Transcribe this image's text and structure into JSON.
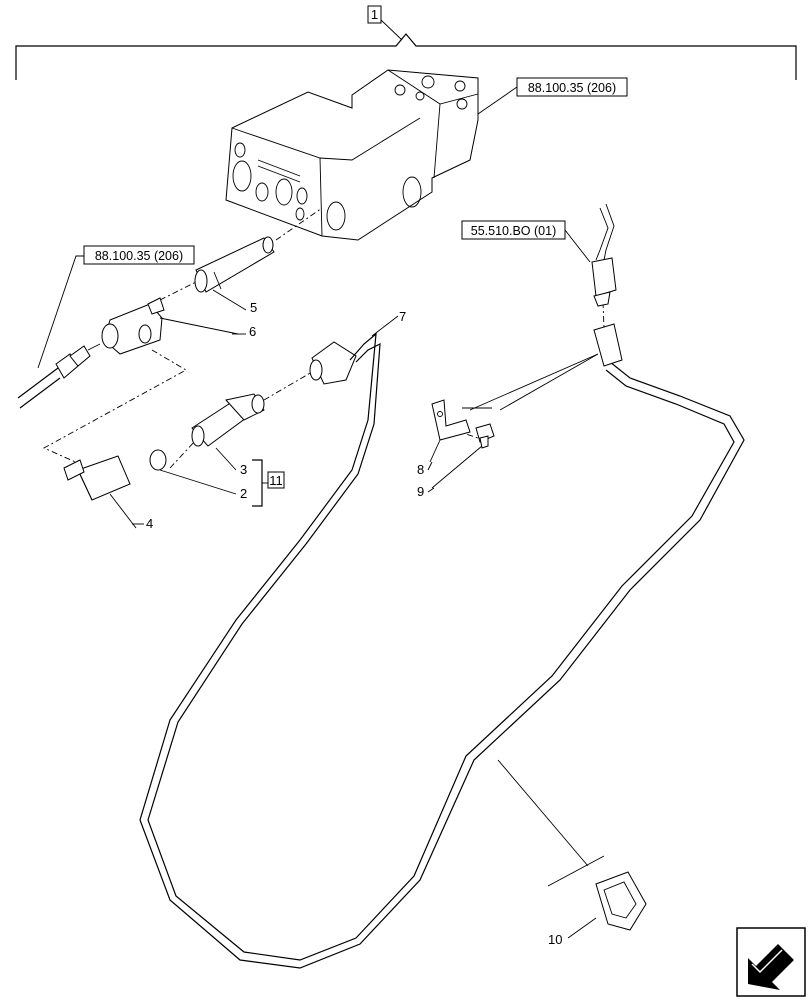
{
  "assembly_number": "1",
  "kit_number": "11",
  "references": {
    "valve_top": "88.100.35 (206)",
    "valve_left": "88.100.35 (206)",
    "connector": "55.510.BO (01)"
  },
  "callouts": {
    "c2": "2",
    "c3": "3",
    "c4": "4",
    "c5": "5",
    "c6": "6",
    "c7": "7",
    "c8": "8",
    "c9": "9",
    "c10": "10"
  },
  "icons": {
    "navigation": "arrow-icon"
  }
}
